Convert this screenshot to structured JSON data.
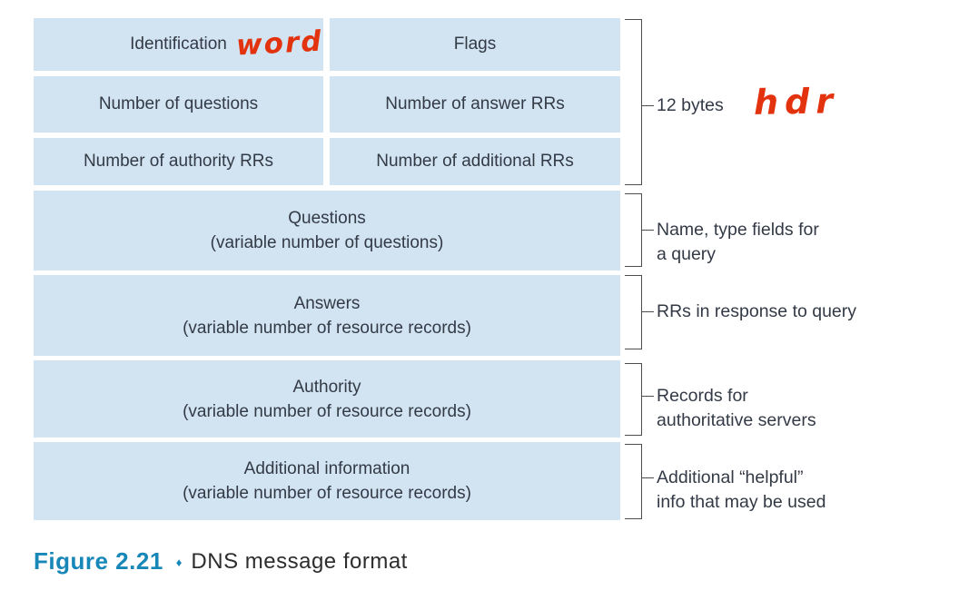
{
  "figure": {
    "table": {
      "header_rows": [
        {
          "left": "Identification",
          "right": "Flags"
        },
        {
          "left": "Number of questions",
          "right": "Number of answer RRs"
        },
        {
          "left": "Number of authority RRs",
          "right": "Number of additional RRs"
        }
      ],
      "sections": [
        {
          "title": "Questions",
          "subtitle": "(variable number of questions)"
        },
        {
          "title": "Answers",
          "subtitle": "(variable number of resource records)"
        },
        {
          "title": "Authority",
          "subtitle": "(variable number of resource records)"
        },
        {
          "title": "Additional information",
          "subtitle": "(variable number of resource records)"
        }
      ]
    },
    "side_labels": [
      {
        "line1": "12 bytes",
        "line2": ""
      },
      {
        "line1": "Name, type fields for",
        "line2": "a query"
      },
      {
        "line1": "RRs in response to query",
        "line2": ""
      },
      {
        "line1": "Records for",
        "line2": "authoritative servers"
      },
      {
        "line1": "Additional “helpful”",
        "line2": "info that may be used"
      }
    ],
    "handwritten_annotations": {
      "identification_note": "word",
      "header_note": "hdr"
    },
    "caption": {
      "number": "Figure 2.21",
      "separator": "♦",
      "title": "DNS message format"
    }
  },
  "colors": {
    "cell_fill": "#d2e4f1",
    "cell_text": "#333a46",
    "bracket_line": "#4d4d4d",
    "handwriting_red": "#e2330e",
    "caption_accent": "#1787b8",
    "caption_text": "#2d2d2d"
  }
}
